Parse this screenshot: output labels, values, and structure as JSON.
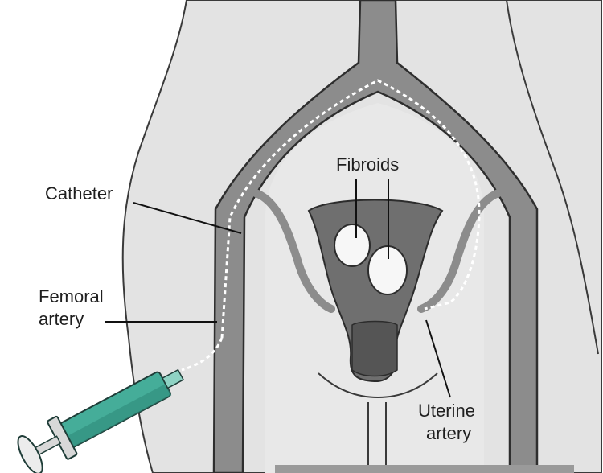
{
  "labels": {
    "fibroids": "Fibroids",
    "catheter": "Catheter",
    "femoral_line1": "Femoral",
    "femoral_line2": "artery",
    "uterine_line1": "Uterine",
    "uterine_line2": "artery"
  },
  "colors": {
    "body_fill": "#e2e2e2",
    "body_outline": "#3a3a3a",
    "artery": "#8a8a8a",
    "artery_outline": "#2e2e2e",
    "uterus": "#6d6d6d",
    "fibroid": "#f7f7f7",
    "syringe": "#3fa793",
    "syringe_dark": "#1f6e61",
    "leader": "#111111"
  }
}
